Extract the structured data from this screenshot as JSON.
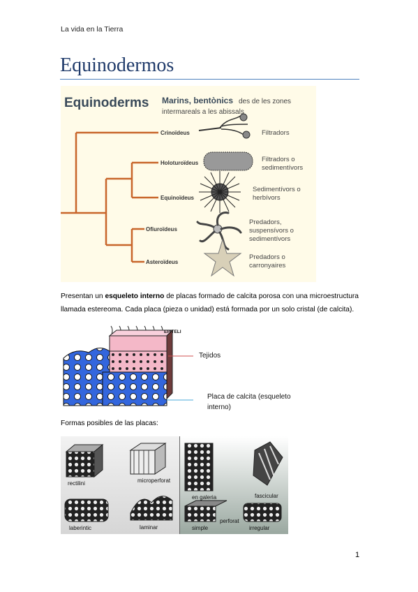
{
  "header": "La vida en la Tierra",
  "title": "Equinodermos",
  "cladogram": {
    "title": "Equinoderms",
    "habitat_bold": "Marins, bentònics",
    "habitat_rest_1": "des de les zones",
    "habitat_rest_2": "intermareals a les abissals",
    "groups": [
      {
        "name": "Crinoïdeus",
        "diet": [
          "Filtradors"
        ]
      },
      {
        "name": "Holoturoïdeus",
        "diet": [
          "Filtradors o",
          "sedimentívors"
        ]
      },
      {
        "name": "Equinoïdeus",
        "diet": [
          "Sedimentívors o",
          "herbívors"
        ]
      },
      {
        "name": "Ofiuroïdeus",
        "diet": [
          "Predadors,",
          "suspensívors o",
          "sedimentívors"
        ]
      },
      {
        "name": "Asteroïdeus",
        "diet": [
          "Predadors o",
          "carronyaires"
        ]
      }
    ],
    "colors": {
      "branch": "#c8652a",
      "title": "#3a4a5a",
      "text": "#444444"
    }
  },
  "paragraph": {
    "before": "Presentan un ",
    "bold": "esqueleto interno",
    "after": " de placas formado de calcita porosa con una microestructura llamada estereoma. Cada placa (pieza o unidad) está formada por un solo cristal (de calcita)."
  },
  "skeleton_figure": {
    "epiteli": "EPITELI",
    "tejidos": "Tejidos",
    "placa": "Placa de calcita (esqueleto interno)",
    "colors": {
      "blue": "#3366dd",
      "pink": "#f4b8c8",
      "arrow_red": "#d05050",
      "arrow_blue": "#4aa8d8"
    }
  },
  "formas_label": "Formas posibles de las placas:",
  "plates": [
    "rectilini",
    "microperforat",
    "laberintic",
    "laminar",
    "en galeria",
    "fascicular",
    "perforat",
    "simple",
    "irregular"
  ],
  "page_number": "1"
}
